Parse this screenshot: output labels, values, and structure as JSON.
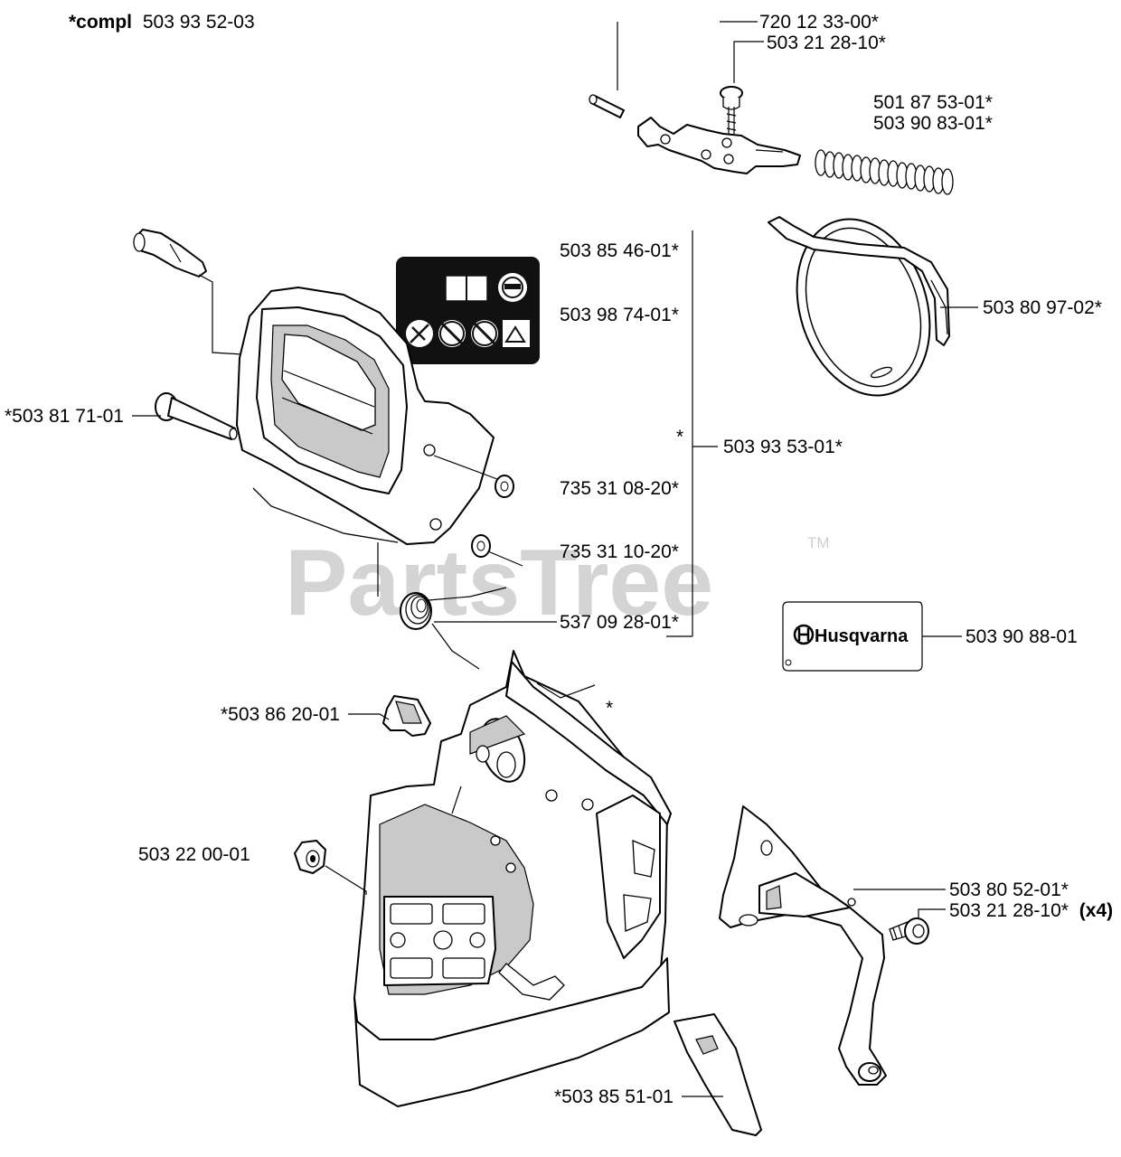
{
  "header": {
    "compl_prefix": "*compl",
    "compl_number": "503 93 52-03"
  },
  "watermark": {
    "text": "PartsTree",
    "tm": "TM"
  },
  "decal_brand": "Husqvarna",
  "group_marker": "*",
  "labels": {
    "l_720_12_33": "720 12 33-00*",
    "l_503_21_28_top": "503 21 28-10*",
    "l_501_87_53": "501 87 53-01*",
    "l_503_90_83": "503 90 83-01*",
    "l_503_85_46": "503 85 46-01*",
    "l_503_98_74": "503 98 74-01*",
    "l_503_80_97": "503 80 97-02*",
    "l_503_81_71": "*503 81 71-01",
    "l_star_group": "*",
    "l_503_93_53": "503 93 53-01*",
    "l_735_31_08": "735 31 08-20*",
    "l_735_31_10": "735 31 10-20*",
    "l_537_09_28": "537 09 28-01*",
    "l_503_90_88": "503 90 88-01",
    "l_503_86_20": "*503 86 20-01",
    "l_star_cover": "*",
    "l_503_22_00": "503 22 00-01",
    "l_503_80_52": "503 80 52-01*",
    "l_503_21_28_bottom": "503 21 28-10*",
    "l_x4": "(x4)",
    "l_503_85_51": "*503 85 51-01"
  }
}
